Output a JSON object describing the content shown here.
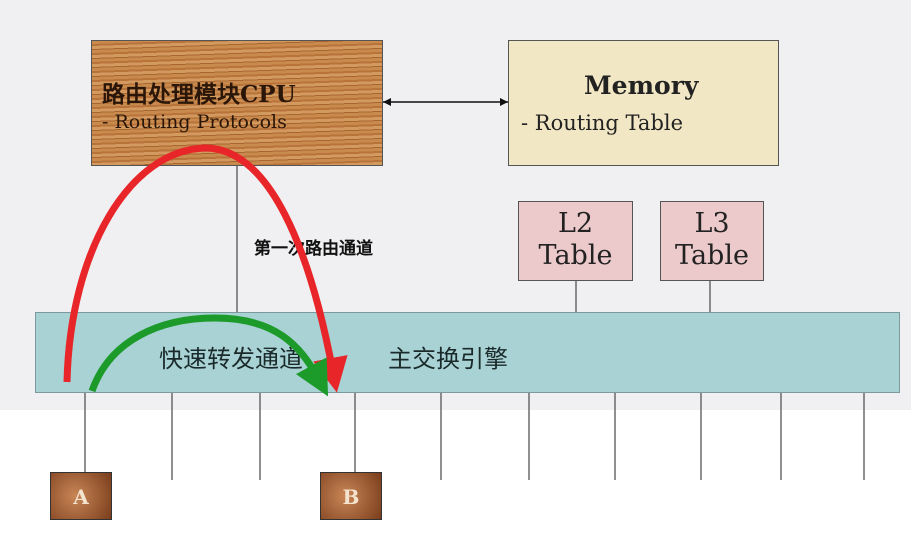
{
  "cpu": {
    "title": "路由处理模块CPU",
    "subtitle": "- Routing Protocols"
  },
  "memory": {
    "title": "Memory",
    "subtitle": "- Routing Table"
  },
  "l2": {
    "line1": "L2",
    "line2": "Table"
  },
  "l3": {
    "line1": "L3",
    "line2": "Table"
  },
  "first_route_label": "第一次路由通道",
  "engine": {
    "fast_path_label": "快速转发通道",
    "title": "主交换引擎"
  },
  "ports": {
    "a": "A",
    "b": "B"
  },
  "colors": {
    "first_route_arrow": "#e8262a",
    "fast_path_arrow": "#1c9a2a",
    "engine": "#a9d2d5"
  }
}
